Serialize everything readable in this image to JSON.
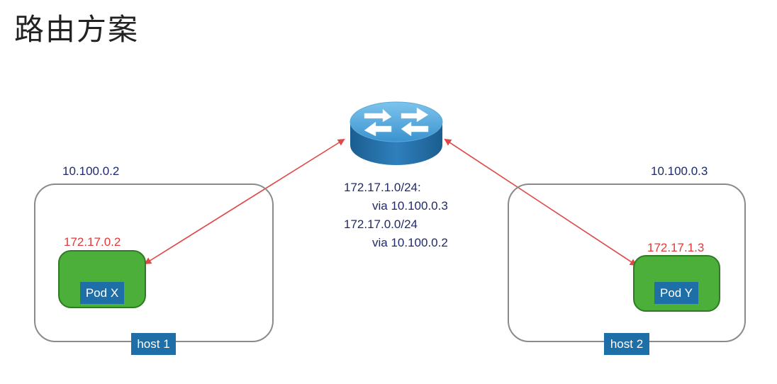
{
  "title": "路由方案",
  "router": {
    "icon": "router-icon"
  },
  "routes": [
    {
      "dest": "172.17.1.0/24:",
      "via": "via 10.100.0.3"
    },
    {
      "dest": "172.17.0.0/24",
      "via": "via 10.100.0.2"
    }
  ],
  "hosts": [
    {
      "ip": "10.100.0.2",
      "label": "host 1",
      "pod_ip": "172.17.0.2",
      "pod_label": "Pod X"
    },
    {
      "ip": "10.100.0.3",
      "label": "host 2",
      "pod_ip": "172.17.1.3",
      "pod_label": "Pod Y"
    }
  ],
  "colors": {
    "arrow": "#e04848",
    "pod_fill": "#4caf3a",
    "label_fill": "#1e6fa8",
    "host_ip_text": "#1f2a6b",
    "pod_ip_text": "#e03a3a"
  }
}
